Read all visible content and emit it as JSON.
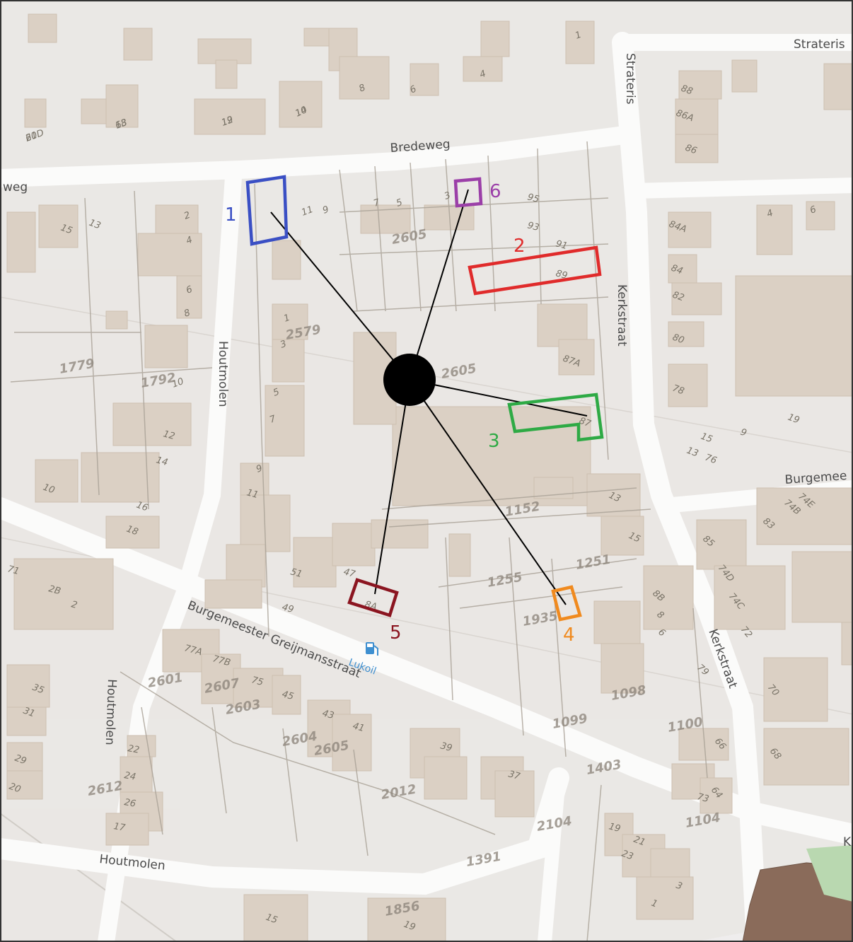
{
  "map": {
    "street_names": {
      "strateris_top": "Strateris",
      "strateris_vertical": "Strateris",
      "bredeweg": "Bredeweg",
      "bredeweg_left": "weg",
      "houtmolen_upper": "Houtmolen",
      "houtmolen_lower": "Houtmolen",
      "houtmolen_bottom": "Houtmolen",
      "kerkstraat_upper": "Kerkstraat",
      "kerkstraat_lower": "Kerkstraat",
      "burgemeester_right": "Burgemee",
      "greijmansstraat": "Burgemeester Greijmansstraat",
      "k_right": "K"
    },
    "poi": {
      "name": "Lukoil",
      "icon": "fuel-station-icon",
      "color": "#3e8fd0"
    },
    "house_numbers": [
      "20",
      "18",
      "12",
      "10",
      "8",
      "6",
      "4",
      "1",
      "88",
      "86A",
      "86",
      "15",
      "13",
      "2",
      "4",
      "6",
      "8",
      "11",
      "9",
      "7",
      "5",
      "3",
      "95",
      "93",
      "91",
      "89",
      "84A",
      "84",
      "82",
      "80",
      "78",
      "4",
      "6",
      "1",
      "3",
      "5",
      "7",
      "9",
      "11",
      "10",
      "12",
      "14",
      "10",
      "16",
      "18",
      "87A",
      "87",
      "19",
      "15",
      "9",
      "13",
      "76",
      "13",
      "15",
      "85",
      "83",
      "74B",
      "74E",
      "74D",
      "74C",
      "72",
      "70",
      "68",
      "66",
      "64",
      "73",
      "71",
      "2B",
      "2",
      "51",
      "49",
      "47",
      "8A",
      "8B",
      "8",
      "6",
      "79",
      "77A",
      "77B",
      "75",
      "45",
      "43",
      "41",
      "39",
      "37",
      "35",
      "31",
      "29",
      "20",
      "22",
      "24",
      "26",
      "17",
      "19",
      "21",
      "23",
      "3",
      "1",
      "15",
      "19",
      "61D",
      "63",
      "19",
      "14"
    ],
    "handwritten_parcels": [
      "2579",
      "2605",
      "1779",
      "1792",
      "2605",
      "1152",
      "1251",
      "1255",
      "1935",
      "1098",
      "1099",
      "1100",
      "1403",
      "1104",
      "2601",
      "2607",
      "2603",
      "2604",
      "2605",
      "2012",
      "2612",
      "2104",
      "1391",
      "1856"
    ],
    "plots": [
      {
        "id": "1",
        "color": "#3a4fc4"
      },
      {
        "id": "2",
        "color": "#e02b2b"
      },
      {
        "id": "3",
        "color": "#2eaa45"
      },
      {
        "id": "4",
        "color": "#f08a1e"
      },
      {
        "id": "5",
        "color": "#8b1520"
      },
      {
        "id": "6",
        "color": "#9b3fa8"
      }
    ],
    "center_marker_color": "#000000"
  }
}
